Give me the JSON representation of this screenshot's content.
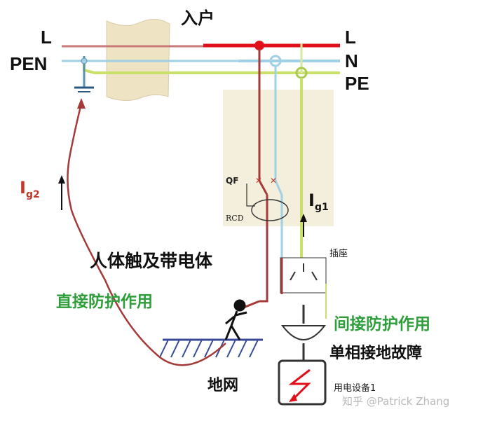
{
  "labels": {
    "L_left": "L",
    "PEN_left": "PEN",
    "entrance": "入户",
    "L_right": "L",
    "N_right": "N",
    "PE_right": "PE",
    "qf": "QF",
    "rcd": "RCD",
    "ig1_main": "I",
    "ig1_sub": "g1",
    "ig2_main": "I",
    "ig2_sub": "g2",
    "socket": "插座",
    "body_contact": "人体触及带电体",
    "direct_protection": "直接防护作用",
    "indirect_protection": "间接防护作用",
    "single_phase_fault": "单相接地故障",
    "ground_grid": "地网",
    "equipment": "用电设备1",
    "watermark": "知乎 @Patrick Zhang"
  },
  "colors": {
    "live": "#c0392b",
    "live_bright": "#e0101a",
    "live_dark": "#a53a3a",
    "neutral": "#9fd0e6",
    "pe": "#c9e06a",
    "pe_dark": "#a9c850",
    "green_text": "#2e9e3a",
    "red_text": "#c0392b",
    "ground_blue": "#3a4a9a",
    "panel_bg": "#f3efdc",
    "wall": "#eee3c2"
  }
}
